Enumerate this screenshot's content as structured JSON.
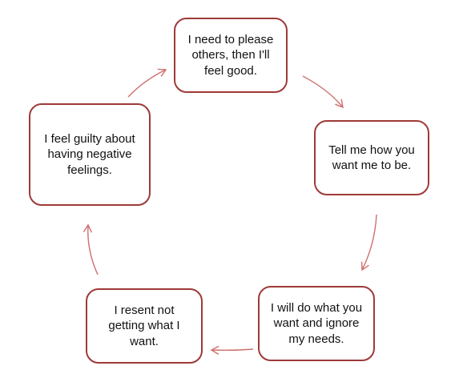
{
  "diagram": {
    "nodes": [
      {
        "id": "n1",
        "text": "I need to please others, then I'll feel good."
      },
      {
        "id": "n2",
        "text": "Tell me how you want me to be."
      },
      {
        "id": "n3",
        "text": "I will do what you want and ignore my needs."
      },
      {
        "id": "n4",
        "text": "I resent not getting what I want."
      },
      {
        "id": "n5",
        "text": "I feel guilty about having negative feelings."
      }
    ],
    "edges": [
      {
        "from": "n1",
        "to": "n2"
      },
      {
        "from": "n2",
        "to": "n3"
      },
      {
        "from": "n3",
        "to": "n4"
      },
      {
        "from": "n4",
        "to": "n5"
      },
      {
        "from": "n5",
        "to": "n1"
      }
    ],
    "colors": {
      "node_border": "#9e3a38",
      "arrow": "#cf6f6d",
      "text": "#111111",
      "background": "#ffffff"
    }
  }
}
